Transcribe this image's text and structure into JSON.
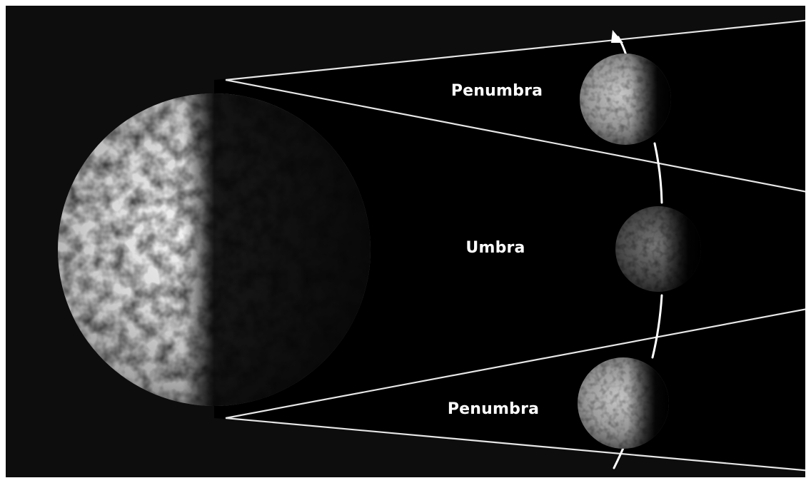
{
  "diagram": {
    "labels": {
      "penumbra_top": "Penumbra",
      "umbra": "Umbra",
      "penumbra_bottom": "Penumbra"
    },
    "bodies": {
      "earth": "earth",
      "moon_positions": [
        "moon-top",
        "moon-middle",
        "moon-bottom"
      ]
    },
    "colors": {
      "frame": "#ffffff",
      "background": "#0d0d0d",
      "shadow": "#000000",
      "lines": "#e6e6e6",
      "path": "#ffffff"
    }
  }
}
